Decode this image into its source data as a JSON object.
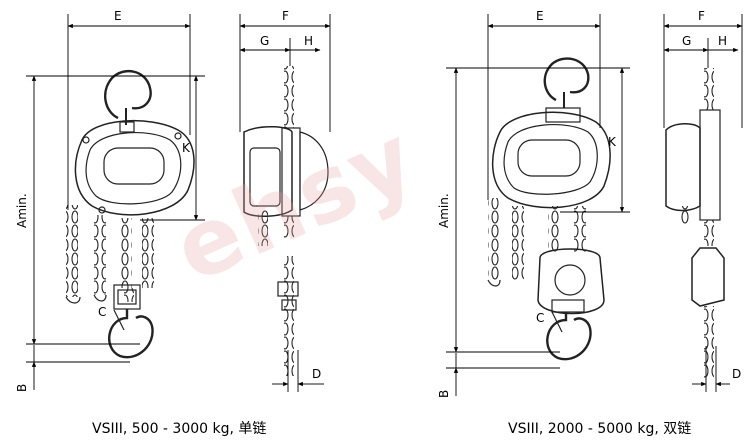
{
  "diagram": {
    "left": {
      "caption": "VSIII, 500 - 3000 kg, 单链",
      "labels": {
        "E": "E",
        "F": "F",
        "G": "G",
        "H": "H",
        "K": "K",
        "A": "Amin.",
        "B": "B",
        "C": "C",
        "D": "D"
      }
    },
    "right": {
      "caption": "VSIII, 2000 - 5000 kg, 双链",
      "labels": {
        "E": "E",
        "F": "F",
        "G": "G",
        "H": "H",
        "K": "K",
        "A": "Amin.",
        "B": "B",
        "C": "C",
        "D": "D"
      }
    },
    "watermark": "ehsy",
    "colors": {
      "line": "#222222",
      "dim": "#000000",
      "watermark": "#e8a0a0"
    }
  }
}
